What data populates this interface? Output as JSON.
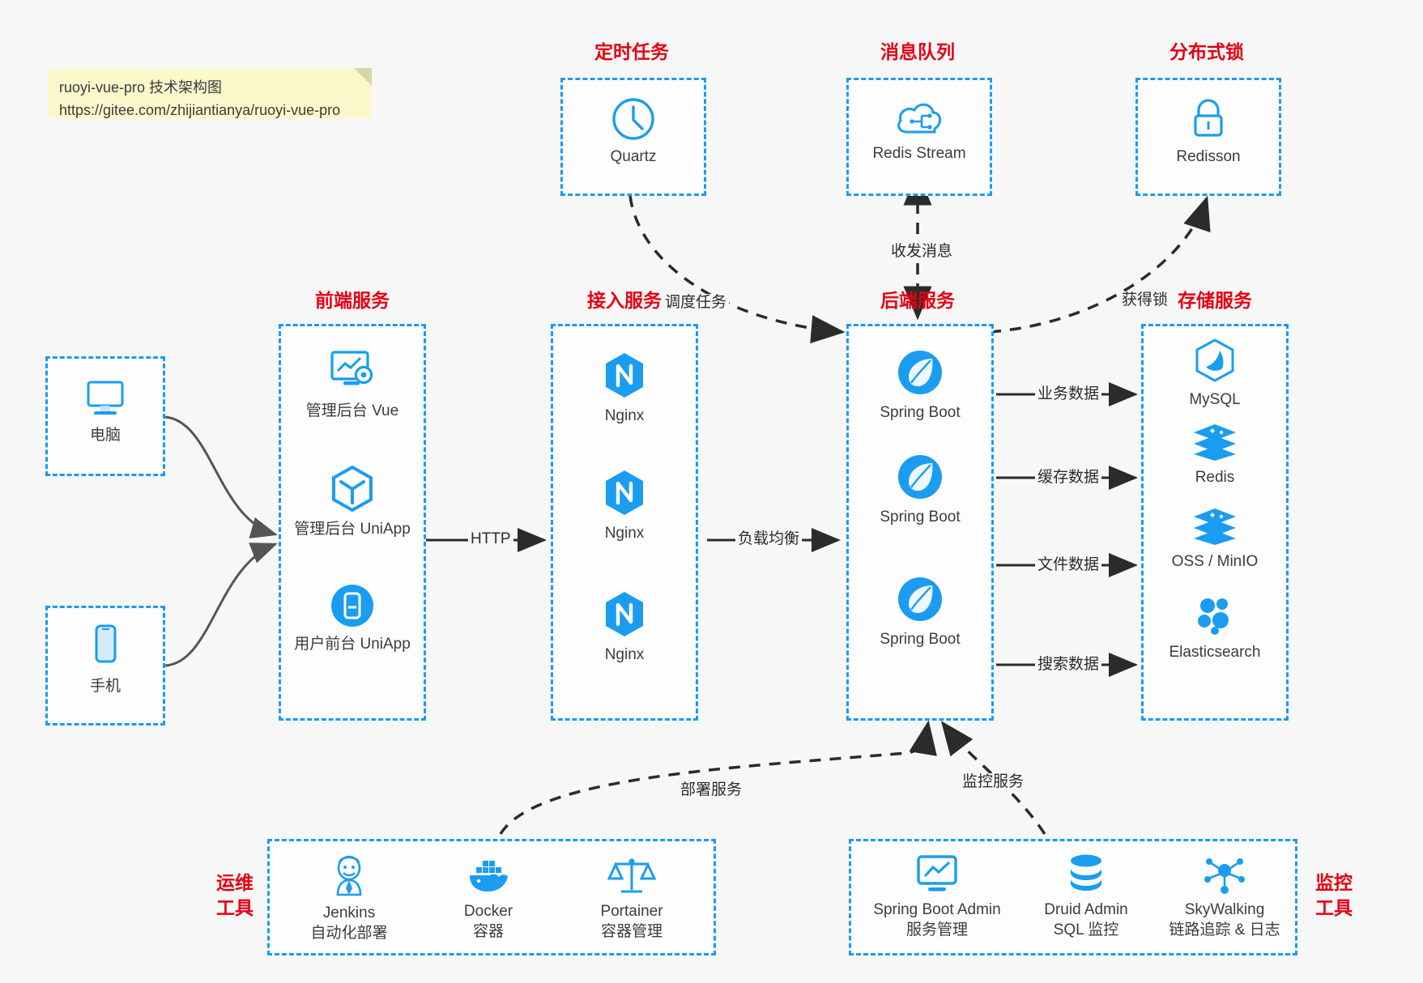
{
  "note": {
    "line1": "ruoyi-vue-pro 技术架构图",
    "line2": "https://gitee.com/zhijiantianya/ruoyi-vue-pro"
  },
  "colors": {
    "accent_blue": "#1b9bf0",
    "icon_blue": "#1a9df0",
    "title_red": "#e60012",
    "background": "#f7f7f7",
    "arrow_gray": "#555555",
    "arrow_black": "#2b2b2b"
  },
  "groups": {
    "scheduled_task": {
      "title": "定时任务",
      "nodes": [
        {
          "label": "Quartz",
          "icon": "clock-icon"
        }
      ]
    },
    "message_queue": {
      "title": "消息队列",
      "nodes": [
        {
          "label": "Redis Stream",
          "icon": "cloud-stream-icon"
        }
      ]
    },
    "distributed_lock": {
      "title": "分布式锁",
      "nodes": [
        {
          "label": "Redisson",
          "icon": "lock-icon"
        }
      ]
    },
    "clients": {
      "nodes": [
        {
          "label": "电脑",
          "icon": "desktop-icon"
        },
        {
          "label": "手机",
          "icon": "mobile-icon"
        }
      ]
    },
    "frontend": {
      "title": "前端服务",
      "nodes": [
        {
          "label": "管理后台 Vue",
          "icon": "dashboard-gear-icon"
        },
        {
          "label": "管理后台 UniApp",
          "icon": "cube-icon"
        },
        {
          "label": "用户前台 UniApp",
          "icon": "app-window-icon"
        }
      ]
    },
    "gateway": {
      "title": "接入服务",
      "nodes": [
        {
          "label": "Nginx",
          "icon": "nginx-icon"
        },
        {
          "label": "Nginx",
          "icon": "nginx-icon"
        },
        {
          "label": "Nginx",
          "icon": "nginx-icon"
        }
      ]
    },
    "backend": {
      "title": "后端服务",
      "nodes": [
        {
          "label": "Spring Boot",
          "icon": "spring-leaf-icon"
        },
        {
          "label": "Spring Boot",
          "icon": "spring-leaf-icon"
        },
        {
          "label": "Spring Boot",
          "icon": "spring-leaf-icon"
        }
      ]
    },
    "storage": {
      "title": "存储服务",
      "nodes": [
        {
          "label": "MySQL",
          "icon": "mysql-dolphin-icon"
        },
        {
          "label": "Redis",
          "icon": "redis-stack-icon"
        },
        {
          "label": "OSS / MinIO",
          "icon": "redis-stack-icon"
        },
        {
          "label": "Elasticsearch",
          "icon": "elasticsearch-icon"
        }
      ]
    },
    "devops": {
      "title_line1": "运维",
      "title_line2": "工具",
      "nodes": [
        {
          "label": "Jenkins",
          "sublabel": "自动化部署",
          "icon": "jenkins-butler-icon"
        },
        {
          "label": "Docker",
          "sublabel": "容器",
          "icon": "docker-whale-icon"
        },
        {
          "label": "Portainer",
          "sublabel": "容器管理",
          "icon": "scales-icon"
        }
      ]
    },
    "monitoring": {
      "title_line1": "监控",
      "title_line2": "工具",
      "nodes": [
        {
          "label": "Spring Boot Admin",
          "sublabel": "服务管理",
          "icon": "monitor-chart-icon"
        },
        {
          "label": "Druid Admin",
          "sublabel": "SQL 监控",
          "icon": "database-icon"
        },
        {
          "label": "SkyWalking",
          "sublabel": "链路追踪 & 日志",
          "icon": "network-nodes-icon"
        }
      ]
    }
  },
  "edges": [
    {
      "id": "schedule",
      "label": "调度任务",
      "style": "dashed"
    },
    {
      "id": "mq",
      "label": "收发消息",
      "style": "dashed"
    },
    {
      "id": "lock",
      "label": "获得锁",
      "style": "dashed"
    },
    {
      "id": "http",
      "label": "HTTP",
      "style": "solid"
    },
    {
      "id": "lb",
      "label": "负载均衡",
      "style": "solid"
    },
    {
      "id": "biz-data",
      "label": "业务数据",
      "style": "solid"
    },
    {
      "id": "cache-data",
      "label": "缓存数据",
      "style": "solid"
    },
    {
      "id": "file-data",
      "label": "文件数据",
      "style": "solid"
    },
    {
      "id": "search-data",
      "label": "搜索数据",
      "style": "solid"
    },
    {
      "id": "deploy",
      "label": "部署服务",
      "style": "dashed"
    },
    {
      "id": "monitor",
      "label": "监控服务",
      "style": "dashed"
    }
  ]
}
